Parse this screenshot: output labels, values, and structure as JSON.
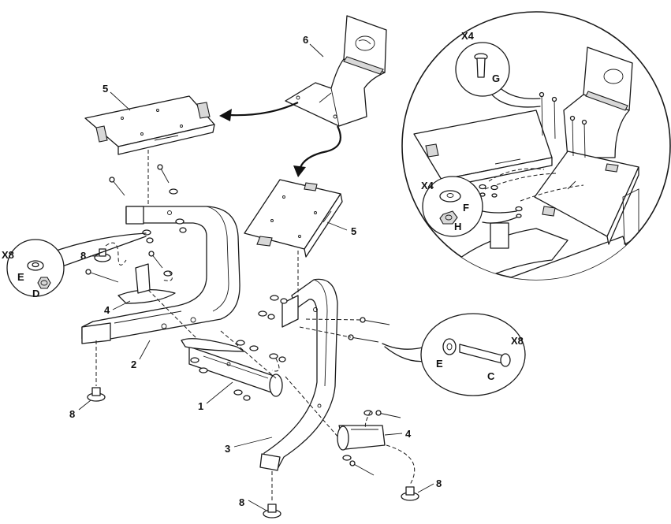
{
  "labels": {
    "part1": "1",
    "part2": "2",
    "part3": "3",
    "part4a": "4",
    "part4b": "4",
    "part5a": "5",
    "part5b": "5",
    "part6": "6",
    "part8a": "8",
    "part8b": "8",
    "part8c": "8",
    "part8d": "8",
    "qty_x8_left": "X8",
    "qty_x8_right": "X8",
    "qty_x4_top": "X4",
    "qty_x4_mid": "X4",
    "hw_d": "D",
    "hw_e_left": "E",
    "hw_e_right": "E",
    "hw_c": "C",
    "hw_f": "F",
    "hw_g": "G",
    "hw_h": "H"
  }
}
